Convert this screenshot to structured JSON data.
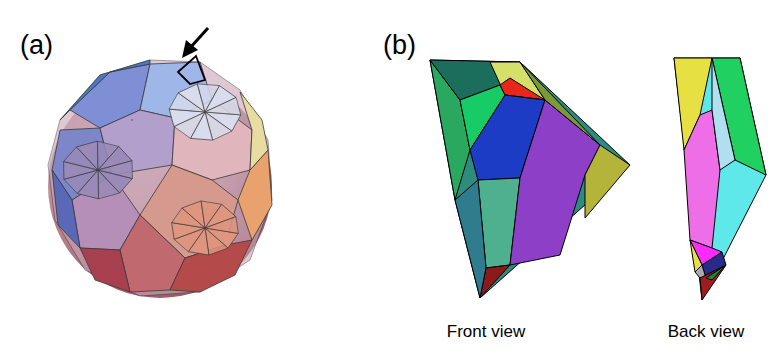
{
  "diagram": {
    "labels": [
      "(a)",
      "(b)",
      "Front view",
      "Back view"
    ]
  }
}
